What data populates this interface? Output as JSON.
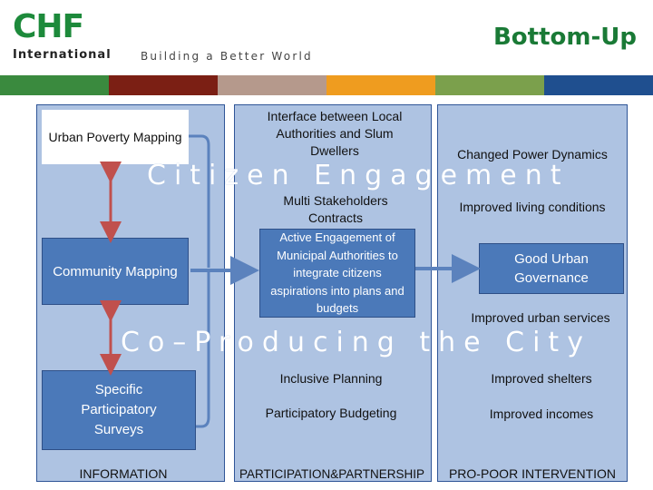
{
  "header": {
    "logo_text": "CHF",
    "logo_subtitle": "International",
    "tagline": "Building a Better World",
    "title": "Bottom-Up"
  },
  "colors": {
    "bar": [
      "#3a8a3e",
      "#7b1f14",
      "#b5998c",
      "#ef9c1f",
      "#7ba04c",
      "#1f4f8f"
    ],
    "column_fill": "#aec3e2",
    "box_fill": "#4b79b9",
    "arrow_red": "#c0504d",
    "title_green": "#1a7a36"
  },
  "left": {
    "urban_poverty": "Urban Poverty Mapping",
    "community_mapping": "Community Mapping",
    "surveys": "Specific Participatory Surveys",
    "footer": "INFORMATION"
  },
  "middle": {
    "interface": "Interface between Local Authorities and Slum Dwellers",
    "multi": "Multi Stakeholders Contracts",
    "active": "Active Engagement of Municipal Authorities to integrate citizens aspirations into plans and budgets",
    "inclusive": "Inclusive Planning",
    "budgeting": "Participatory Budgeting",
    "footer": "PARTICIPATION&PARTNERSHIP"
  },
  "right": {
    "power": "Changed Power Dynamics",
    "living": "Improved living conditions",
    "governance": "Good Urban Governance",
    "services": "Improved urban services",
    "shelters": "Improved shelters",
    "incomes": "Improved incomes",
    "footer": "PRO-POOR INTERVENTION"
  },
  "banners": {
    "citizen": "Citizen Engagement",
    "coproducing": "Co–Producing the City"
  }
}
